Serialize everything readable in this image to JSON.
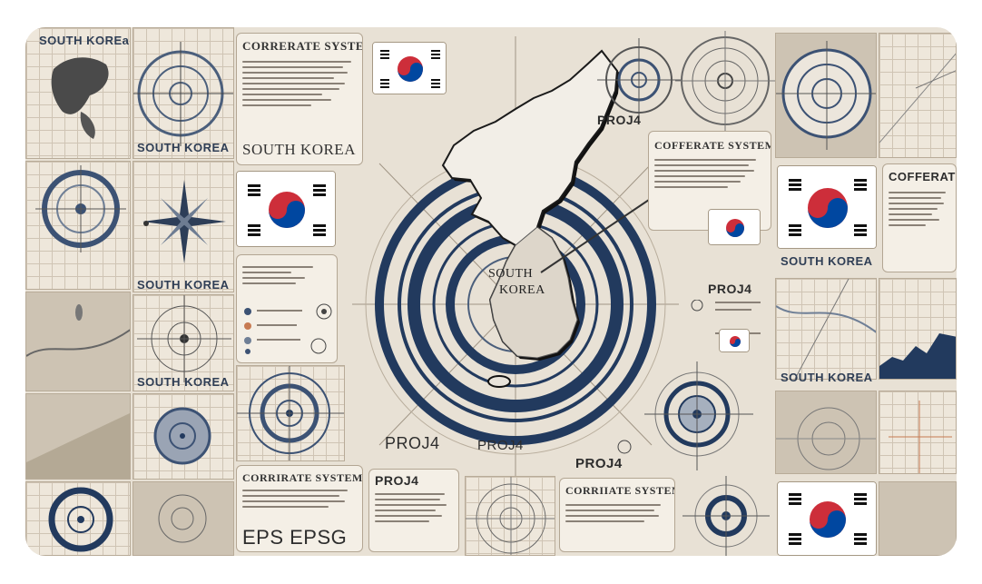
{
  "labels": {
    "south_korea_corner": "SOUTH KOREa",
    "south_korea_1": "SOUTH KOREA",
    "south_korea_2": "SOUTH KOREA",
    "south_korea_3": "SOUTH KOREA",
    "south_korea_4": "SOUTH KOREA",
    "south_korea_5": "SOUTH KOREA",
    "south_korea_6": "SOUTH KOREA",
    "map_label_line1": "SOUTH",
    "map_label_line2": "KOREA",
    "coord_1": "CORRERATE SYSTEMS",
    "coord_2": "COFFERATE SYSTEMS",
    "coord_3": "COFFERATE",
    "coord_4": "CORRIRATE SYSTEMS",
    "coord_5": "CORRIIATE SYSTEMS",
    "proj_1": "PROJ4",
    "proj_2": "PROJ4",
    "proj_3": "PROJ4",
    "proj_4": "PROJ4",
    "proj_5": "PROJ4",
    "proj_6": "PROJ4",
    "epsg": "EPS EPSG"
  },
  "colors": {
    "navy": "#223a5e",
    "flag_red": "#cd2e3a",
    "flag_blue": "#0047a0",
    "paper": "#e8e1d5"
  },
  "icons": [
    "south-korea-flag-icon",
    "compass-rose-icon",
    "target-reticle-icon",
    "south-korea-map-icon"
  ]
}
